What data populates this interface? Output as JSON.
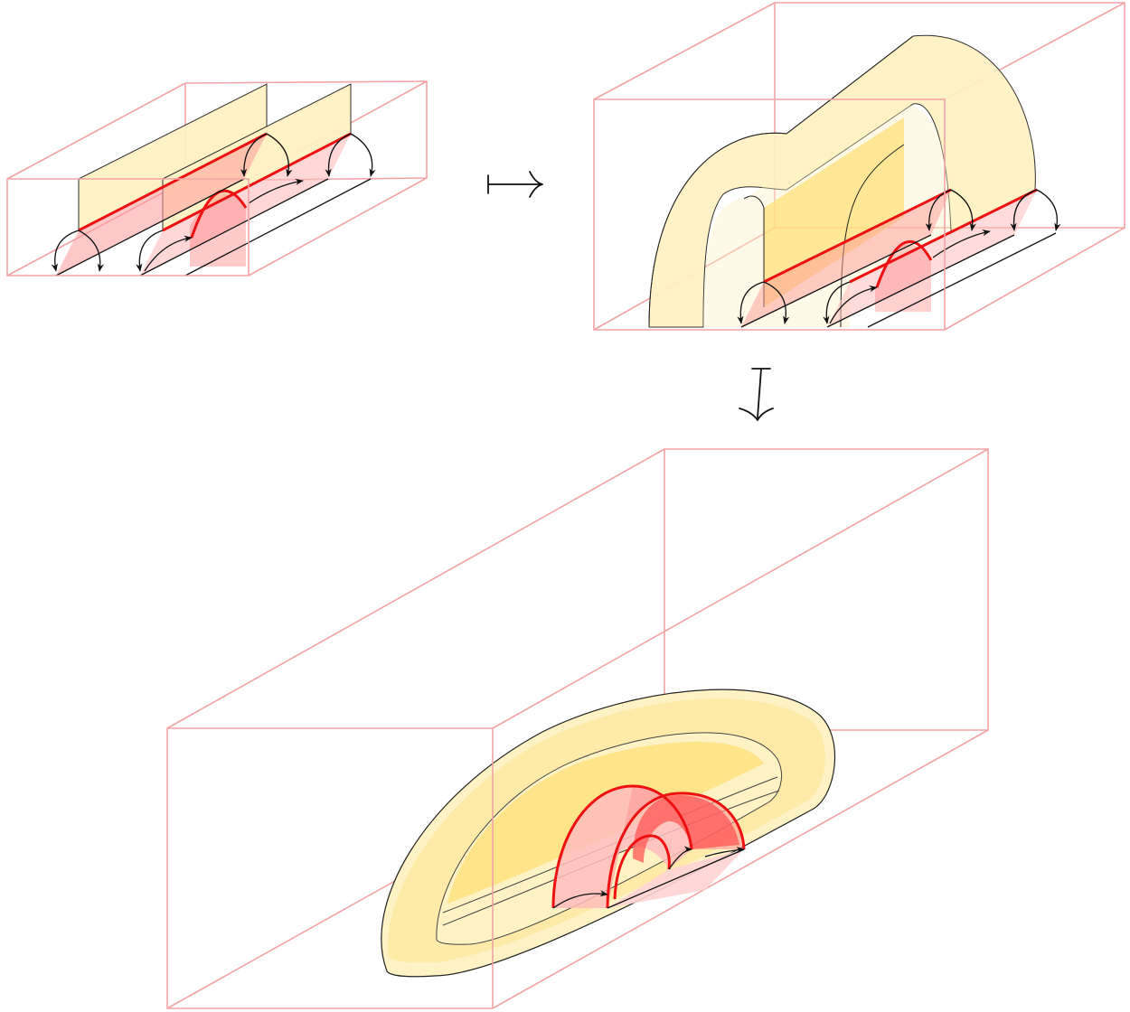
{
  "diagram": {
    "panels": [
      "stage-1",
      "stage-2",
      "stage-3"
    ],
    "arrows": [
      "maps-to-right",
      "maps-to-down"
    ],
    "colors": {
      "box_edge": "#f4a3a6",
      "sheet_yellow": "#fff2c4",
      "sheet_yellow_dark": "#ffe07a",
      "sheet_red_light": "#ffd3d3",
      "sheet_red": "#ff9a9a",
      "sheet_red_strong": "#ff5555",
      "curve_red": "#ee1111",
      "ink": "#111111"
    }
  }
}
